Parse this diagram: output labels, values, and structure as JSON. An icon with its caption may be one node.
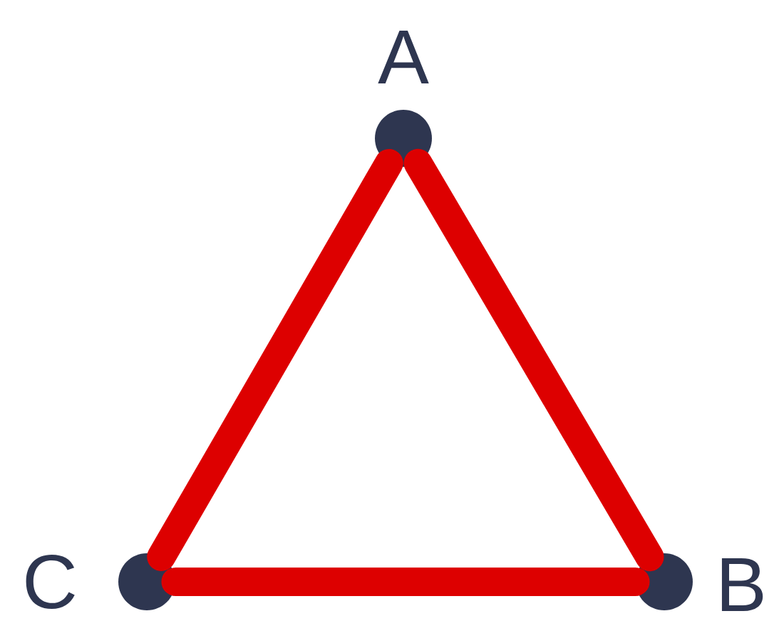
{
  "diagram": {
    "nodes": [
      {
        "text": [],
        "shape": "circle",
        "beside": [
          "A"
        ]
      },
      {
        "text": [],
        "shape": "circle",
        "beside": [
          "B"
        ]
      },
      {
        "text": [],
        "shape": "circle",
        "beside": [
          "C"
        ]
      }
    ],
    "edges": [
      {
        "from": 0,
        "to": 1,
        "arrow": "none"
      },
      {
        "from": 1,
        "to": 2,
        "arrow": "none"
      },
      {
        "from": 2,
        "to": 0,
        "arrow": "none"
      }
    ]
  }
}
